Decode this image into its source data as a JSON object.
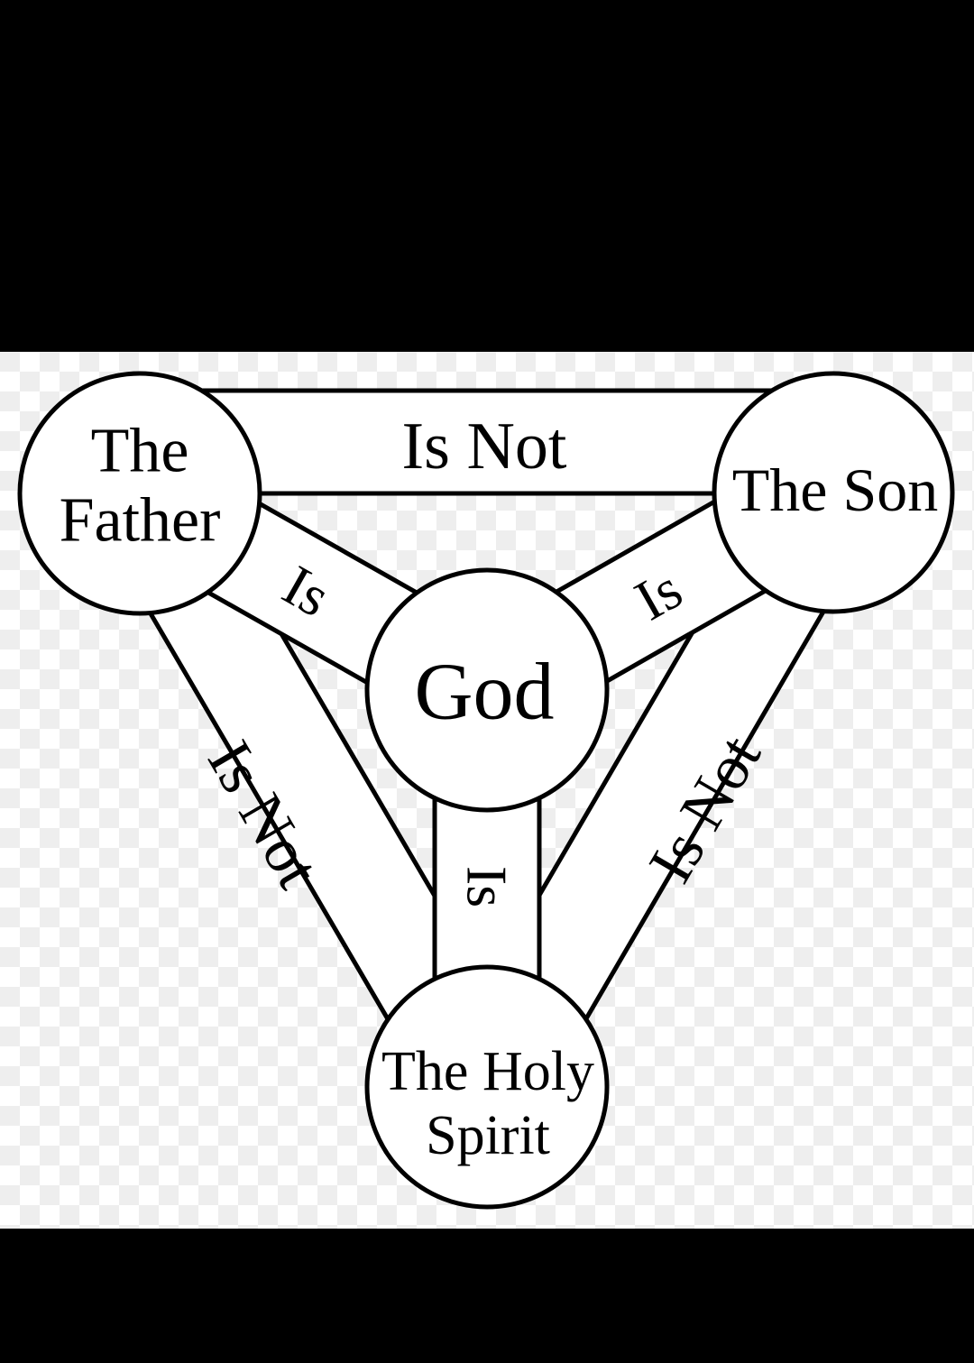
{
  "diagram": {
    "type": "shield-of-the-trinity",
    "colors": {
      "frame": "#000000",
      "checker_light": "#ffffff",
      "checker_dark": "#eeeeee",
      "fill": "#ffffff",
      "stroke": "#000000"
    },
    "nodes": {
      "father": {
        "line1": "The",
        "line2": "Father"
      },
      "son": {
        "label": "The Son"
      },
      "spirit": {
        "line1": "The Holy",
        "line2": "Spirit"
      },
      "god": {
        "label": "God"
      }
    },
    "edges": {
      "father_son": "Is Not",
      "father_spirit": "Is Not",
      "son_spirit": "Is Not",
      "father_god": "Is",
      "son_god": "Is",
      "spirit_god": "Is"
    }
  }
}
